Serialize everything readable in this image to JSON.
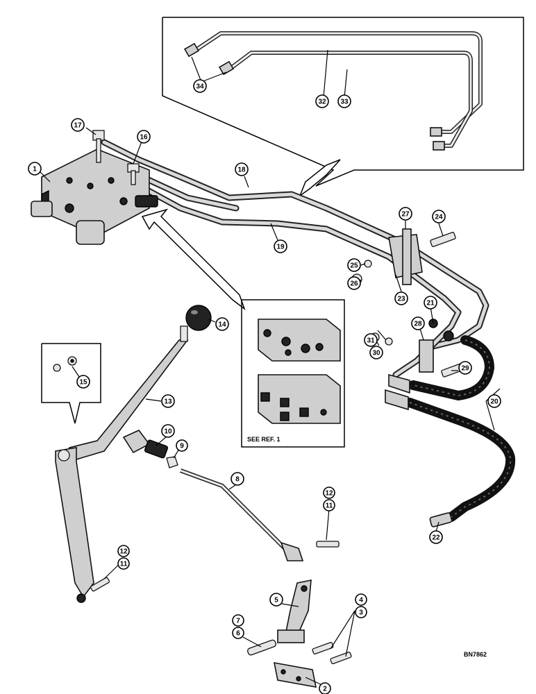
{
  "drawing_code": "BN7862",
  "inset_caption": "SEE REF. 1",
  "callouts": [
    {
      "label": "1"
    },
    {
      "label": "2"
    },
    {
      "label": "3"
    },
    {
      "label": "4"
    },
    {
      "label": "5"
    },
    {
      "label": "6"
    },
    {
      "label": "7"
    },
    {
      "label": "8"
    },
    {
      "label": "9"
    },
    {
      "label": "10"
    },
    {
      "label": "11"
    },
    {
      "label": "12"
    },
    {
      "label": "11"
    },
    {
      "label": "12"
    },
    {
      "label": "13"
    },
    {
      "label": "14"
    },
    {
      "label": "15"
    },
    {
      "label": "16"
    },
    {
      "label": "17"
    },
    {
      "label": "18"
    },
    {
      "label": "19"
    },
    {
      "label": "20"
    },
    {
      "label": "21"
    },
    {
      "label": "22"
    },
    {
      "label": "23"
    },
    {
      "label": "24"
    },
    {
      "label": "25"
    },
    {
      "label": "26"
    },
    {
      "label": "27"
    },
    {
      "label": "28"
    },
    {
      "label": "29"
    },
    {
      "label": "30"
    },
    {
      "label": "31"
    },
    {
      "label": "32"
    },
    {
      "label": "33"
    },
    {
      "label": "34"
    }
  ]
}
